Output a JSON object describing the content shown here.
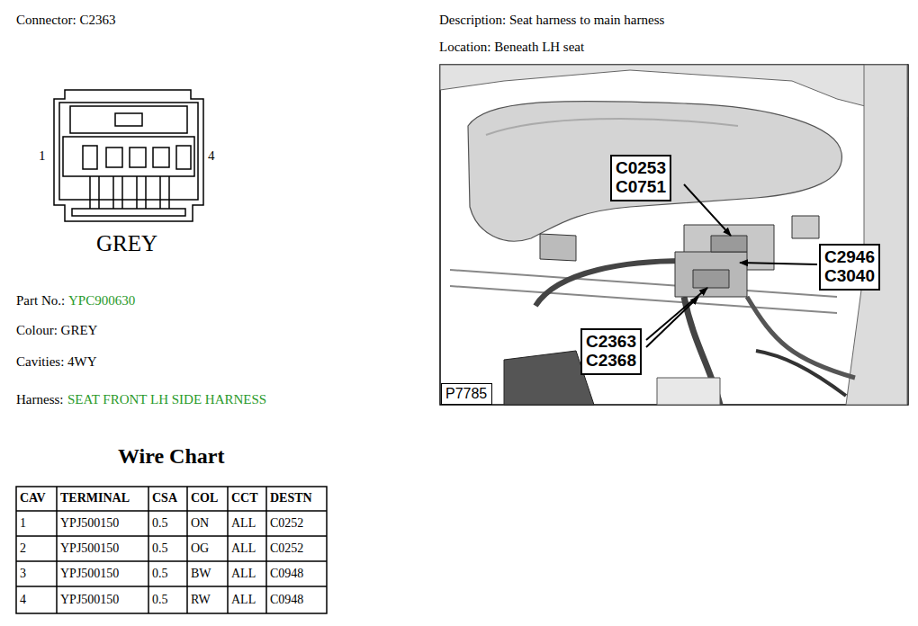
{
  "diagram": {
    "nodes": [
      {
        "text": [
          "C0253 C0751"
        ]
      },
      {
        "text": [
          "C2946 C3040"
        ]
      },
      {
        "text": [
          "C2363 C2368"
        ]
      },
      {
        "text": [
          "P7785"
        ]
      }
    ],
    "labels": [
      "Connector: C2363",
      "Description: Seat harness to main harness",
      "Location: Beneath LH seat",
      "1",
      "4",
      "GREY",
      "Part No.:",
      "YPC900630",
      "Colour: GREY",
      "Cavities: 4WY",
      "Harness:",
      "SEAT FRONT LH SIDE HARNESS",
      "Wire Chart",
      "CAV",
      "TERMINAL",
      "CSA",
      "COL",
      "CCT",
      "DESTN",
      "1",
      "YPJ500150",
      "0.5",
      "ON",
      "ALL",
      "C0252",
      "2",
      "YPJ500150",
      "0.5",
      "OG",
      "ALL",
      "C0252",
      "3",
      "YPJ500150",
      "0.5",
      "BW",
      "ALL",
      "C0948",
      "4",
      "YPJ500150",
      "0.5",
      "RW",
      "ALL",
      "C0948"
    ]
  }
}
